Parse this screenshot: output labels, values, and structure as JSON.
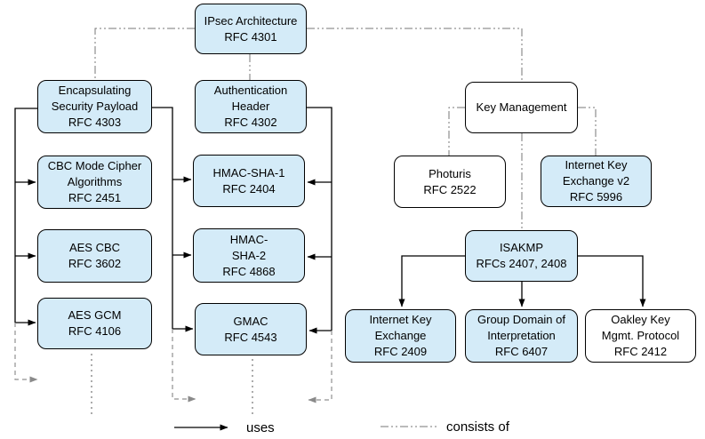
{
  "nodes": {
    "ipsec": {
      "lines": [
        "IPsec Architecture",
        "RFC 4301"
      ]
    },
    "esp": {
      "lines": [
        "Encapsulating",
        "Security Payload",
        "RFC 4303"
      ]
    },
    "ah": {
      "lines": [
        "Authentication",
        "Header",
        "RFC 4302"
      ]
    },
    "km": {
      "lines": [
        "Key Management"
      ]
    },
    "cbc": {
      "lines": [
        "CBC Mode Cipher",
        "Algorithms",
        "RFC 2451"
      ]
    },
    "hmacsha1": {
      "lines": [
        "HMAC-SHA-1",
        "RFC 2404"
      ]
    },
    "photuris": {
      "lines": [
        "Photuris",
        "RFC 2522"
      ]
    },
    "ikev2": {
      "lines": [
        "Internet Key",
        "Exchange v2",
        "RFC 5996"
      ]
    },
    "aescbc": {
      "lines": [
        "AES CBC",
        "RFC 3602"
      ]
    },
    "hmacsha2": {
      "lines": [
        "HMAC-",
        "SHA-2",
        "RFC 4868"
      ]
    },
    "isakmp": {
      "lines": [
        "ISAKMP",
        "RFCs 2407, 2408"
      ]
    },
    "aesgcm": {
      "lines": [
        "AES GCM",
        "RFC 4106"
      ]
    },
    "gmac": {
      "lines": [
        "GMAC",
        "RFC 4543"
      ]
    },
    "ike": {
      "lines": [
        "Internet Key",
        "Exchange",
        "RFC 2409"
      ]
    },
    "gdoi": {
      "lines": [
        "Group Domain of",
        "Interpretation",
        "RFC 6407"
      ]
    },
    "oakley": {
      "lines": [
        "Oakley Key",
        "Mgmt. Protocol",
        "RFC 2412"
      ]
    }
  },
  "legend": {
    "uses": "uses",
    "consists_of": "consists of"
  },
  "colors": {
    "node_fill_blue": "#D4EBF8",
    "node_fill_white": "#FFFFFF",
    "node_border": "#000000",
    "uses_line": "#000000",
    "consists_line": "#777777",
    "continuation_line": "#909090",
    "text": "#000000"
  }
}
